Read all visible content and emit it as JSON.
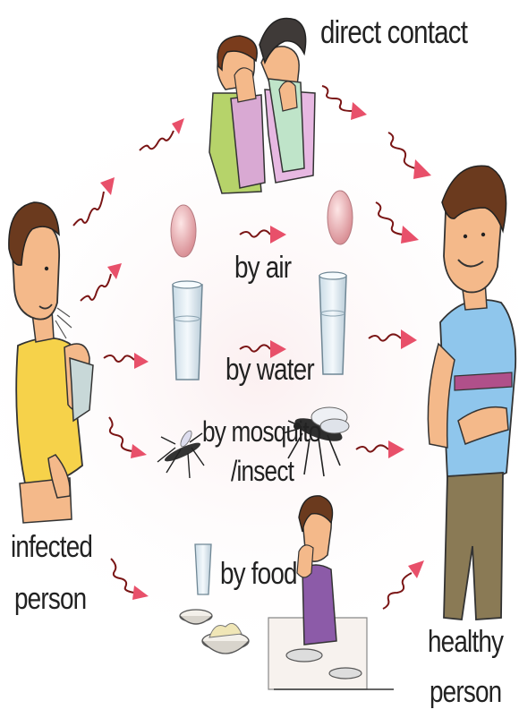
{
  "labels": {
    "direct_contact": "direct contact",
    "by_air": "by air",
    "by_water": "by water",
    "by_mosquito": "by mosquito",
    "by_insect": "/insect",
    "by_food": "by food",
    "infected_line1": "infected",
    "infected_line2": "person",
    "healthy_line1": "healthy",
    "healthy_line2": "person"
  },
  "colors": {
    "arrow_line": "#7a1515",
    "arrow_head": "#e8506a",
    "skin": "#f4b98a",
    "hair": "#6b3a1e",
    "infected_shirt": "#f6d24a",
    "healthy_shirt": "#8fc6ec",
    "healthy_stripe": "#b0508a",
    "healthy_pants": "#8a7a55",
    "droplet": "#e9a8a8",
    "glass": "#e8eef2"
  }
}
